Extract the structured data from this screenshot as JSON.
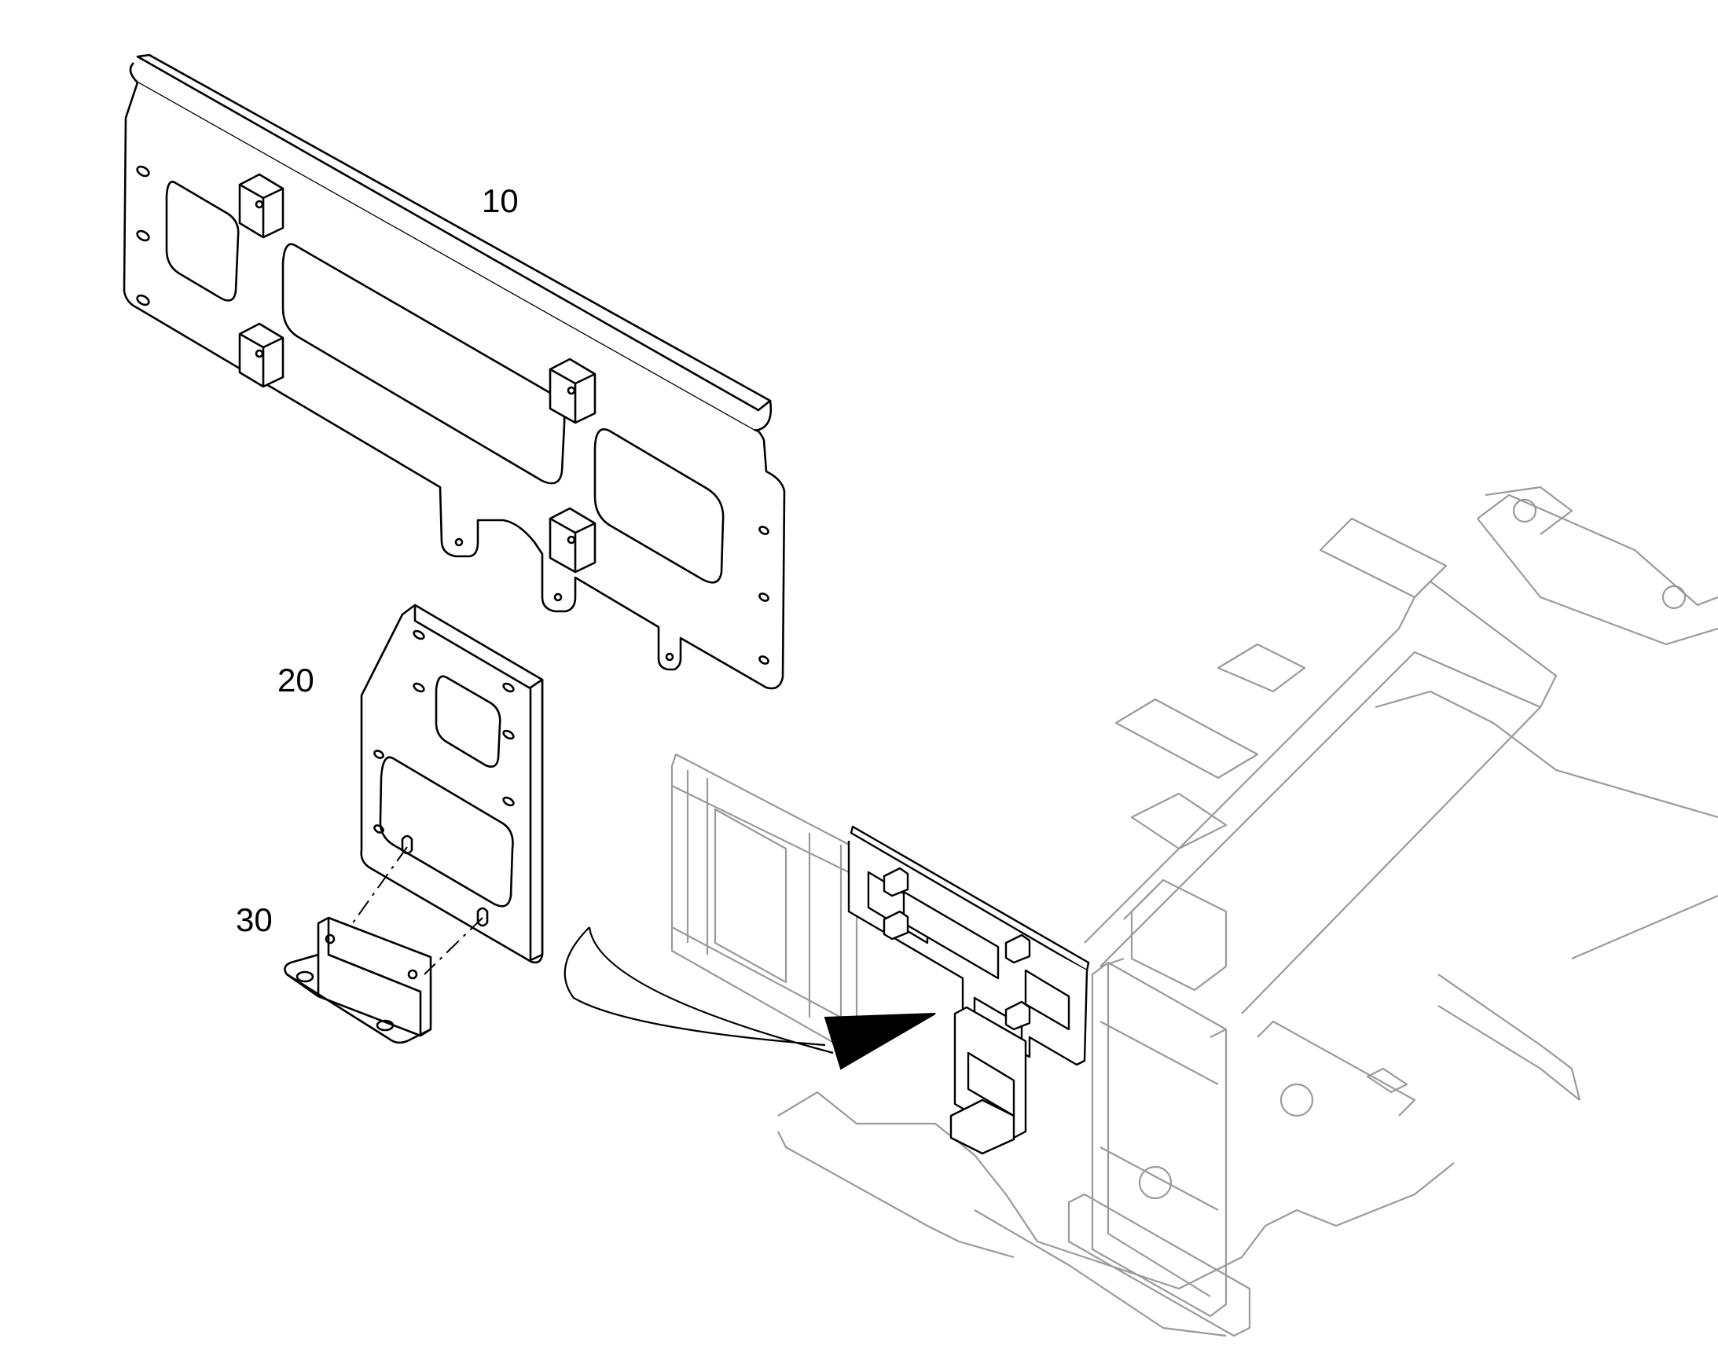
{
  "diagram": {
    "callouts": [
      {
        "id": "10",
        "text": "10"
      },
      {
        "id": "20",
        "text": "20"
      },
      {
        "id": "30",
        "text": "30"
      }
    ],
    "parts": [
      {
        "callout": "10",
        "name": "mounting-plate"
      },
      {
        "callout": "20",
        "name": "bracket-plate"
      },
      {
        "callout": "30",
        "name": "angle-bracket"
      }
    ]
  },
  "colors": {
    "line": "#000000",
    "context": "#9a9a9a",
    "background": "#ffffff"
  }
}
